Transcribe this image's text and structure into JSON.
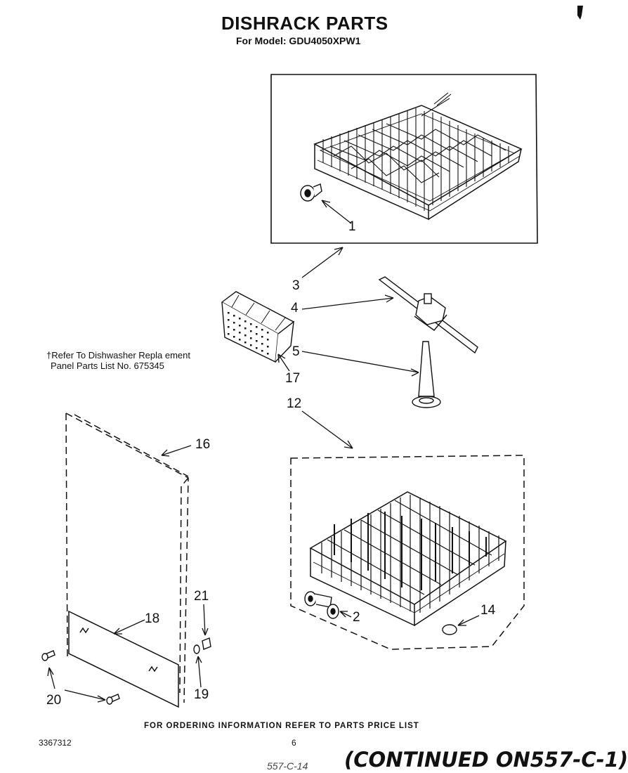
{
  "title": "DISHRACK PARTS",
  "subtitle": "For Model: GDU4050XPW1",
  "note": {
    "line1": "†Refer To Dishwasher Repla ement",
    "line2": "Panel Parts List No. 675345"
  },
  "callouts": {
    "c1": "1",
    "c2": "2",
    "c3": "3",
    "c4": "4",
    "c5": "5",
    "c12": "12",
    "c14": "14",
    "c16": "16",
    "c17": "17",
    "c18": "18",
    "c19": "19",
    "c20": "20",
    "c21": "21"
  },
  "footer": "FOR ORDERING INFORMATION REFER TO PARTS PRICE LIST",
  "doc_number": "3367312",
  "page_number": "6",
  "continued": "(CONTINUED ON557-C-1)",
  "handwriting": "557-C-14"
}
